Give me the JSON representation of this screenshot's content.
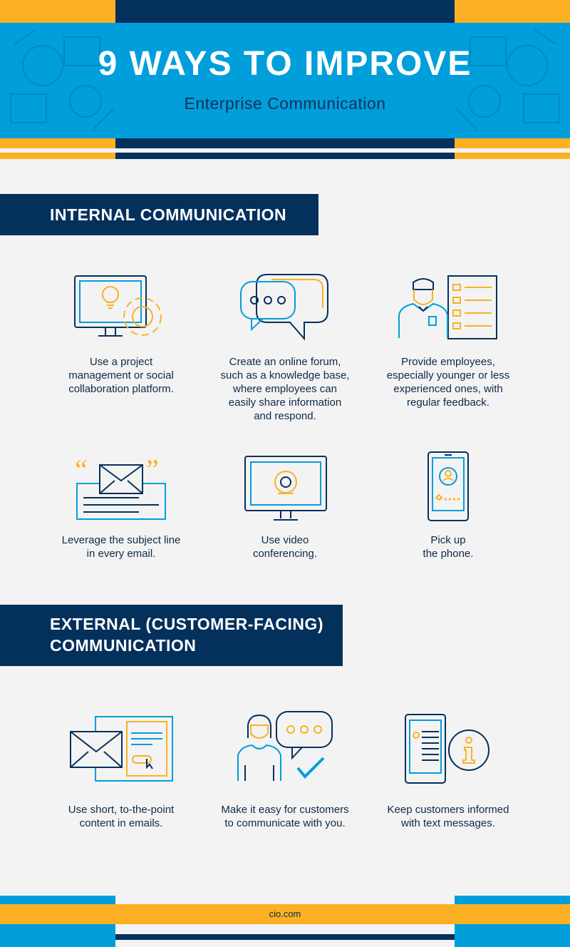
{
  "header": {
    "title": "9 WAYS TO IMPROVE",
    "subtitle": "Enterprise Communication"
  },
  "sections": [
    {
      "heading": "INTERNAL COMMUNICATION",
      "items": [
        {
          "icon": "monitor-lightbulb-gear-icon",
          "caption": "Use a project\nmanagement or social\ncollaboration platform."
        },
        {
          "icon": "speech-bubbles-icon",
          "caption": "Create an online forum,\nsuch as a knowledge base,\nwhere employees can\neasily share information\nand respond."
        },
        {
          "icon": "employee-checklist-icon",
          "caption": "Provide employees,\nespecially younger or less\nexperienced ones, with\nregular feedback."
        },
        {
          "icon": "email-quotes-icon",
          "caption": "Leverage the subject line\nin every email."
        },
        {
          "icon": "video-webcam-monitor-icon",
          "caption": "Use video\nconferencing."
        },
        {
          "icon": "mobile-phone-call-icon",
          "caption": "Pick up\nthe phone."
        }
      ]
    },
    {
      "heading_line1": "EXTERNAL (CUSTOMER-FACING)",
      "heading_line2": "COMMUNICATION",
      "items": [
        {
          "icon": "envelope-document-icon",
          "caption": "Use short, to-the-point\ncontent in emails."
        },
        {
          "icon": "customer-chat-check-icon",
          "caption": "Make it easy for customers\nto communicate with you."
        },
        {
          "icon": "phone-info-icon",
          "caption": "Keep customers informed\nwith text messages."
        }
      ]
    }
  ],
  "footer": {
    "source": "cio.com"
  },
  "colors": {
    "navy": "#04305c",
    "blue": "#009edb",
    "yellow": "#fbb123",
    "background": "#f3f3f3"
  }
}
